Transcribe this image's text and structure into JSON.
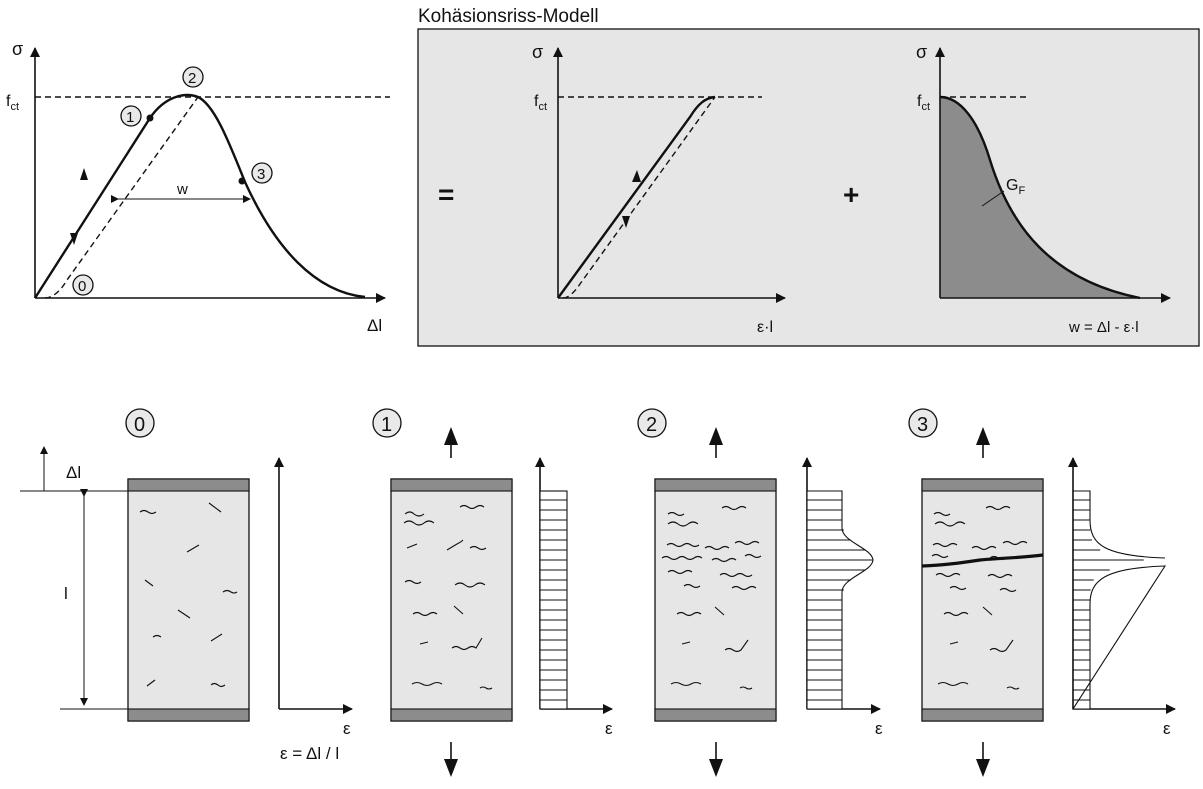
{
  "colors": {
    "panel": "#e6e6e6",
    "fill_gf": "#8c8c8c",
    "plate": "#8c8c8c",
    "line": "#111111"
  },
  "top": {
    "sigma": "σ",
    "fct_main": "f",
    "fct_sub": "ct",
    "delta_l": "Δl",
    "w": "w",
    "stages": [
      "0",
      "1",
      "2",
      "3"
    ]
  },
  "model": {
    "title": "Kohäsionsriss-Modell",
    "equals": "=",
    "plus": "+",
    "left": {
      "sigma": "σ",
      "fct_main": "f",
      "fct_sub": "ct",
      "x_label": "ε·l"
    },
    "right": {
      "sigma": "σ",
      "fct_main": "f",
      "fct_sub": "ct",
      "gf_main": "G",
      "gf_sub": "F",
      "x_label": "w = Δl - ε·l"
    }
  },
  "bottom": {
    "stages": [
      "0",
      "1",
      "2",
      "3"
    ],
    "delta_l": "Δl",
    "l": "l",
    "eps": "ε",
    "eps_eq": "ε = Δl / l"
  }
}
